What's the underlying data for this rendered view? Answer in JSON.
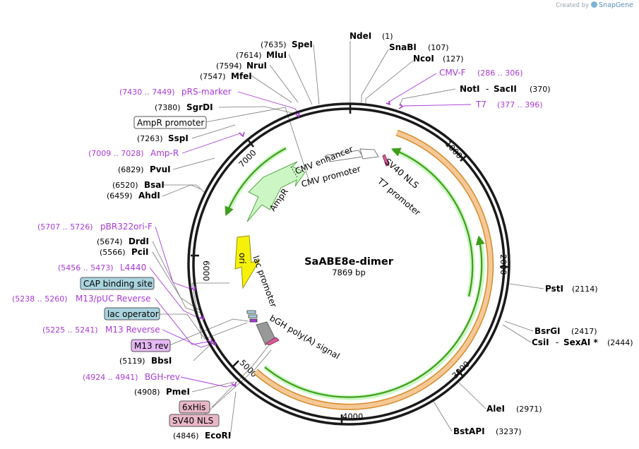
{
  "app": {
    "created_by": "Created by",
    "brand": "SnapGene"
  },
  "plasmid": {
    "name": "SaABE8e-dimer",
    "size_label": "7869 bp"
  },
  "ticks": [
    "1000",
    "2000",
    "3000",
    "4000",
    "5000",
    "6000",
    "7000"
  ],
  "sites": {
    "ndei": {
      "name": "NdeI",
      "pos": "(1)"
    },
    "snabi": {
      "name": "SnaBI",
      "pos": "(107)"
    },
    "ncoi": {
      "name": "NcoI",
      "pos": "(127)"
    },
    "noti": {
      "name": "NotI",
      "sep": "-",
      "name2": "SacII",
      "pos": "(370)"
    },
    "psti": {
      "name": "PstI",
      "pos": "(2114)"
    },
    "bsrgi": {
      "name": "BsrGI",
      "pos": "(2417)"
    },
    "csii": {
      "name": "CsiI",
      "sep": "-",
      "name2": "SexAI *",
      "pos": "(2444)"
    },
    "alei": {
      "name": "AleI",
      "pos": "(2971)"
    },
    "bstapi": {
      "name": "BstAPI",
      "pos": "(3237)"
    },
    "ecori": {
      "name": "EcoRI",
      "pos": "(4846)"
    },
    "pmei": {
      "name": "PmeI",
      "pos": "(4908)"
    },
    "bbsi": {
      "name": "BbsI",
      "pos": "(5119)"
    },
    "pcii": {
      "name": "PciI",
      "pos": "(5566)"
    },
    "drdi": {
      "name": "DrdI",
      "pos": "(5674)"
    },
    "ahdi": {
      "name": "AhdI",
      "pos": "(6459)"
    },
    "bsai": {
      "name": "BsaI",
      "pos": "(6520)"
    },
    "pvui": {
      "name": "PvuI",
      "pos": "(6829)"
    },
    "sspi": {
      "name": "SspI",
      "pos": "(7263)"
    },
    "sgrdi": {
      "name": "SgrDI",
      "pos": "(7380)"
    },
    "mfei": {
      "name": "MfeI",
      "pos": "(7547)"
    },
    "nrui": {
      "name": "NruI",
      "pos": "(7594)"
    },
    "mlui": {
      "name": "MluI",
      "pos": "(7614)"
    },
    "spei": {
      "name": "SpeI",
      "pos": "(7635)"
    }
  },
  "primers": {
    "cmvf": {
      "name": "CMV-F",
      "range": "(286 .. 306)"
    },
    "t7": {
      "name": "T7",
      "range": "(377 .. 396)"
    },
    "bghrev": {
      "name": "BGH-rev",
      "range": "(4924 .. 4941)"
    },
    "m13rev": {
      "name": "M13 Reverse",
      "range": "(5225 .. 5241)"
    },
    "m13puc": {
      "name": "M13/pUC Reverse",
      "range": "(5238 .. 5260)"
    },
    "l4440": {
      "name": "L4440",
      "range": "(5456 .. 5473)"
    },
    "pbr322": {
      "name": "pBR322ori-F",
      "range": "(5707 .. 5726)"
    },
    "ampr": {
      "name": "Amp-R",
      "range": "(7009 .. 7028)"
    },
    "prsmarker": {
      "name": "pRS-marker",
      "range": "(7430 .. 7449)"
    }
  },
  "boxed_features": {
    "ampr_promoter": "AmpR promoter",
    "cap_site": "CAP binding site",
    "lac_operator": "lac operator",
    "m13_rev": "M13 rev",
    "his6": "6xHis",
    "sv40_nls": "SV40 NLS"
  },
  "inner_labels": {
    "cmv_enhancer": "CMV enhancer",
    "cmv_promoter": "CMV promoter",
    "sv40_nls": "SV40 NLS",
    "t7_promoter": "T7 promoter",
    "ampr": "AmpR",
    "ori": "ori",
    "lac_promoter": "lac promoter",
    "bgh": "bGH poly(A) signal"
  },
  "colors": {
    "primer": "#a93ad8",
    "cds_orange": "#f5c896",
    "cds_orange_edge": "#d68a2a",
    "arrow_green": "#3f9e1a",
    "arrow_fill": "#ccf7c4",
    "ori_yellow": "#f5f10a",
    "box_blue": "#a9d4df",
    "box_purple": "#e4b8f2",
    "box_pink": "#e8b7c7"
  }
}
